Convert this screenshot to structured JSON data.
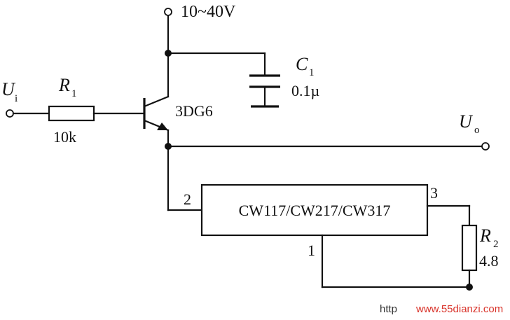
{
  "diagram": {
    "supply_label": "10~40V",
    "capacitor": {
      "name": "C",
      "sub": "1",
      "value": "0.1µ"
    },
    "input": {
      "name": "U",
      "sub": "i"
    },
    "r1": {
      "name": "R",
      "sub": "1",
      "value": "10k"
    },
    "transistor": {
      "label": "3DG6"
    },
    "output": {
      "name": "U",
      "sub": "o"
    },
    "regulator": {
      "label": "CW117/CW217/CW317",
      "pin_input": "2",
      "pin_output": "3",
      "pin_adj": "1"
    },
    "r2": {
      "name": "R",
      "sub": "2",
      "value": "4.8"
    }
  },
  "watermark": {
    "left": "http",
    "right": "www.55dianzi.com",
    "color": "#d9342b"
  }
}
